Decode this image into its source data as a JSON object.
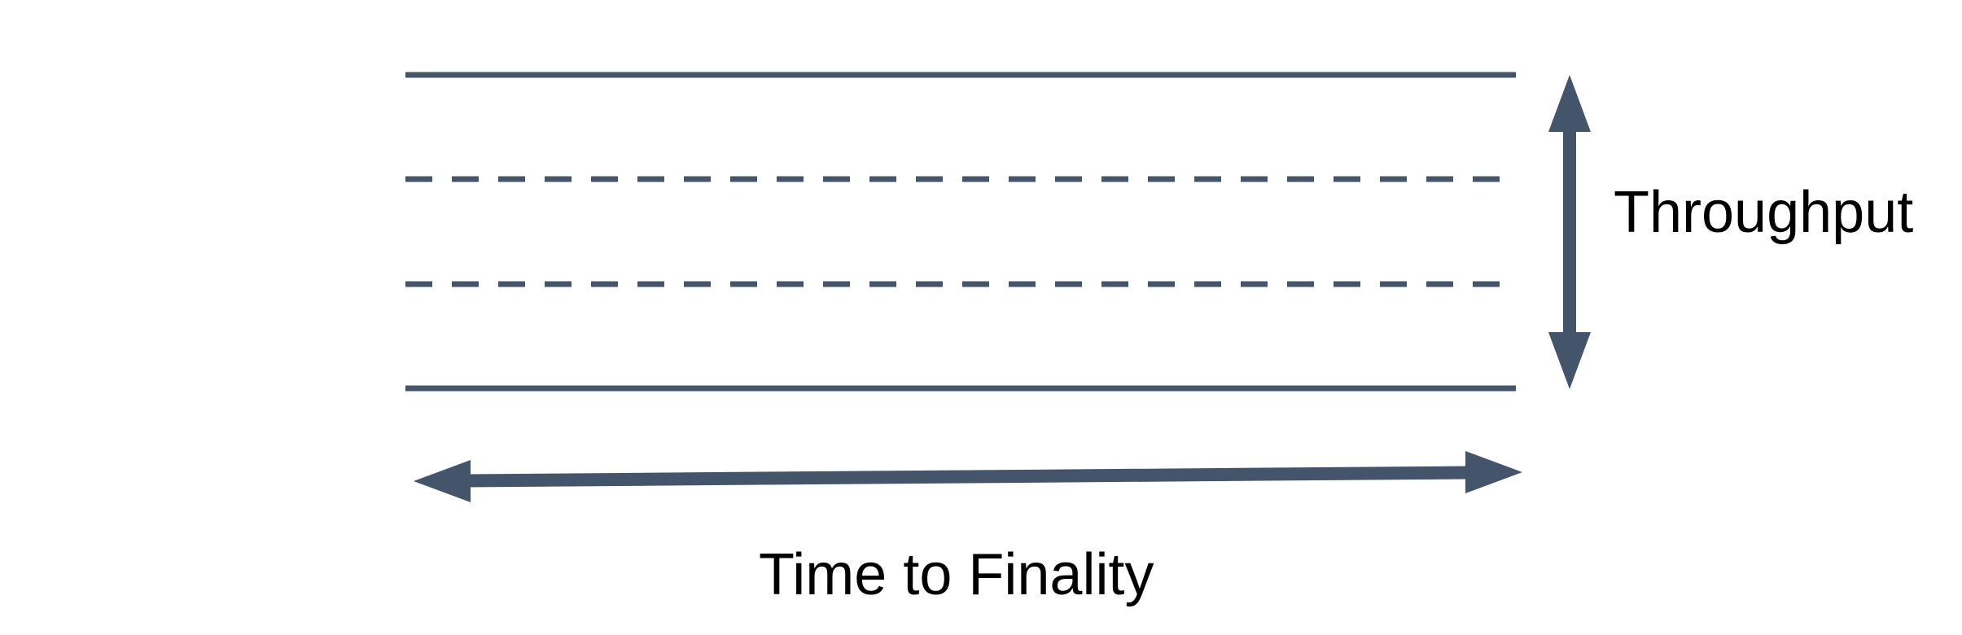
{
  "colors": {
    "shape": "#44546a",
    "text": "#000000",
    "background": "#ffffff"
  },
  "diagram": {
    "labels": {
      "throughput": "Throughput",
      "time_to_finality": "Time to Finality"
    },
    "band": {
      "lines": [
        {
          "name": "band-top-line",
          "style": "solid"
        },
        {
          "name": "band-dashed-line-1",
          "style": "dashed"
        },
        {
          "name": "band-dashed-line-2",
          "style": "dashed"
        },
        {
          "name": "band-bottom-line",
          "style": "solid"
        }
      ]
    },
    "icons": {
      "vertical_arrow": "double-headed-arrow-vertical-icon",
      "horizontal_arrow": "double-headed-arrow-horizontal-icon"
    }
  }
}
